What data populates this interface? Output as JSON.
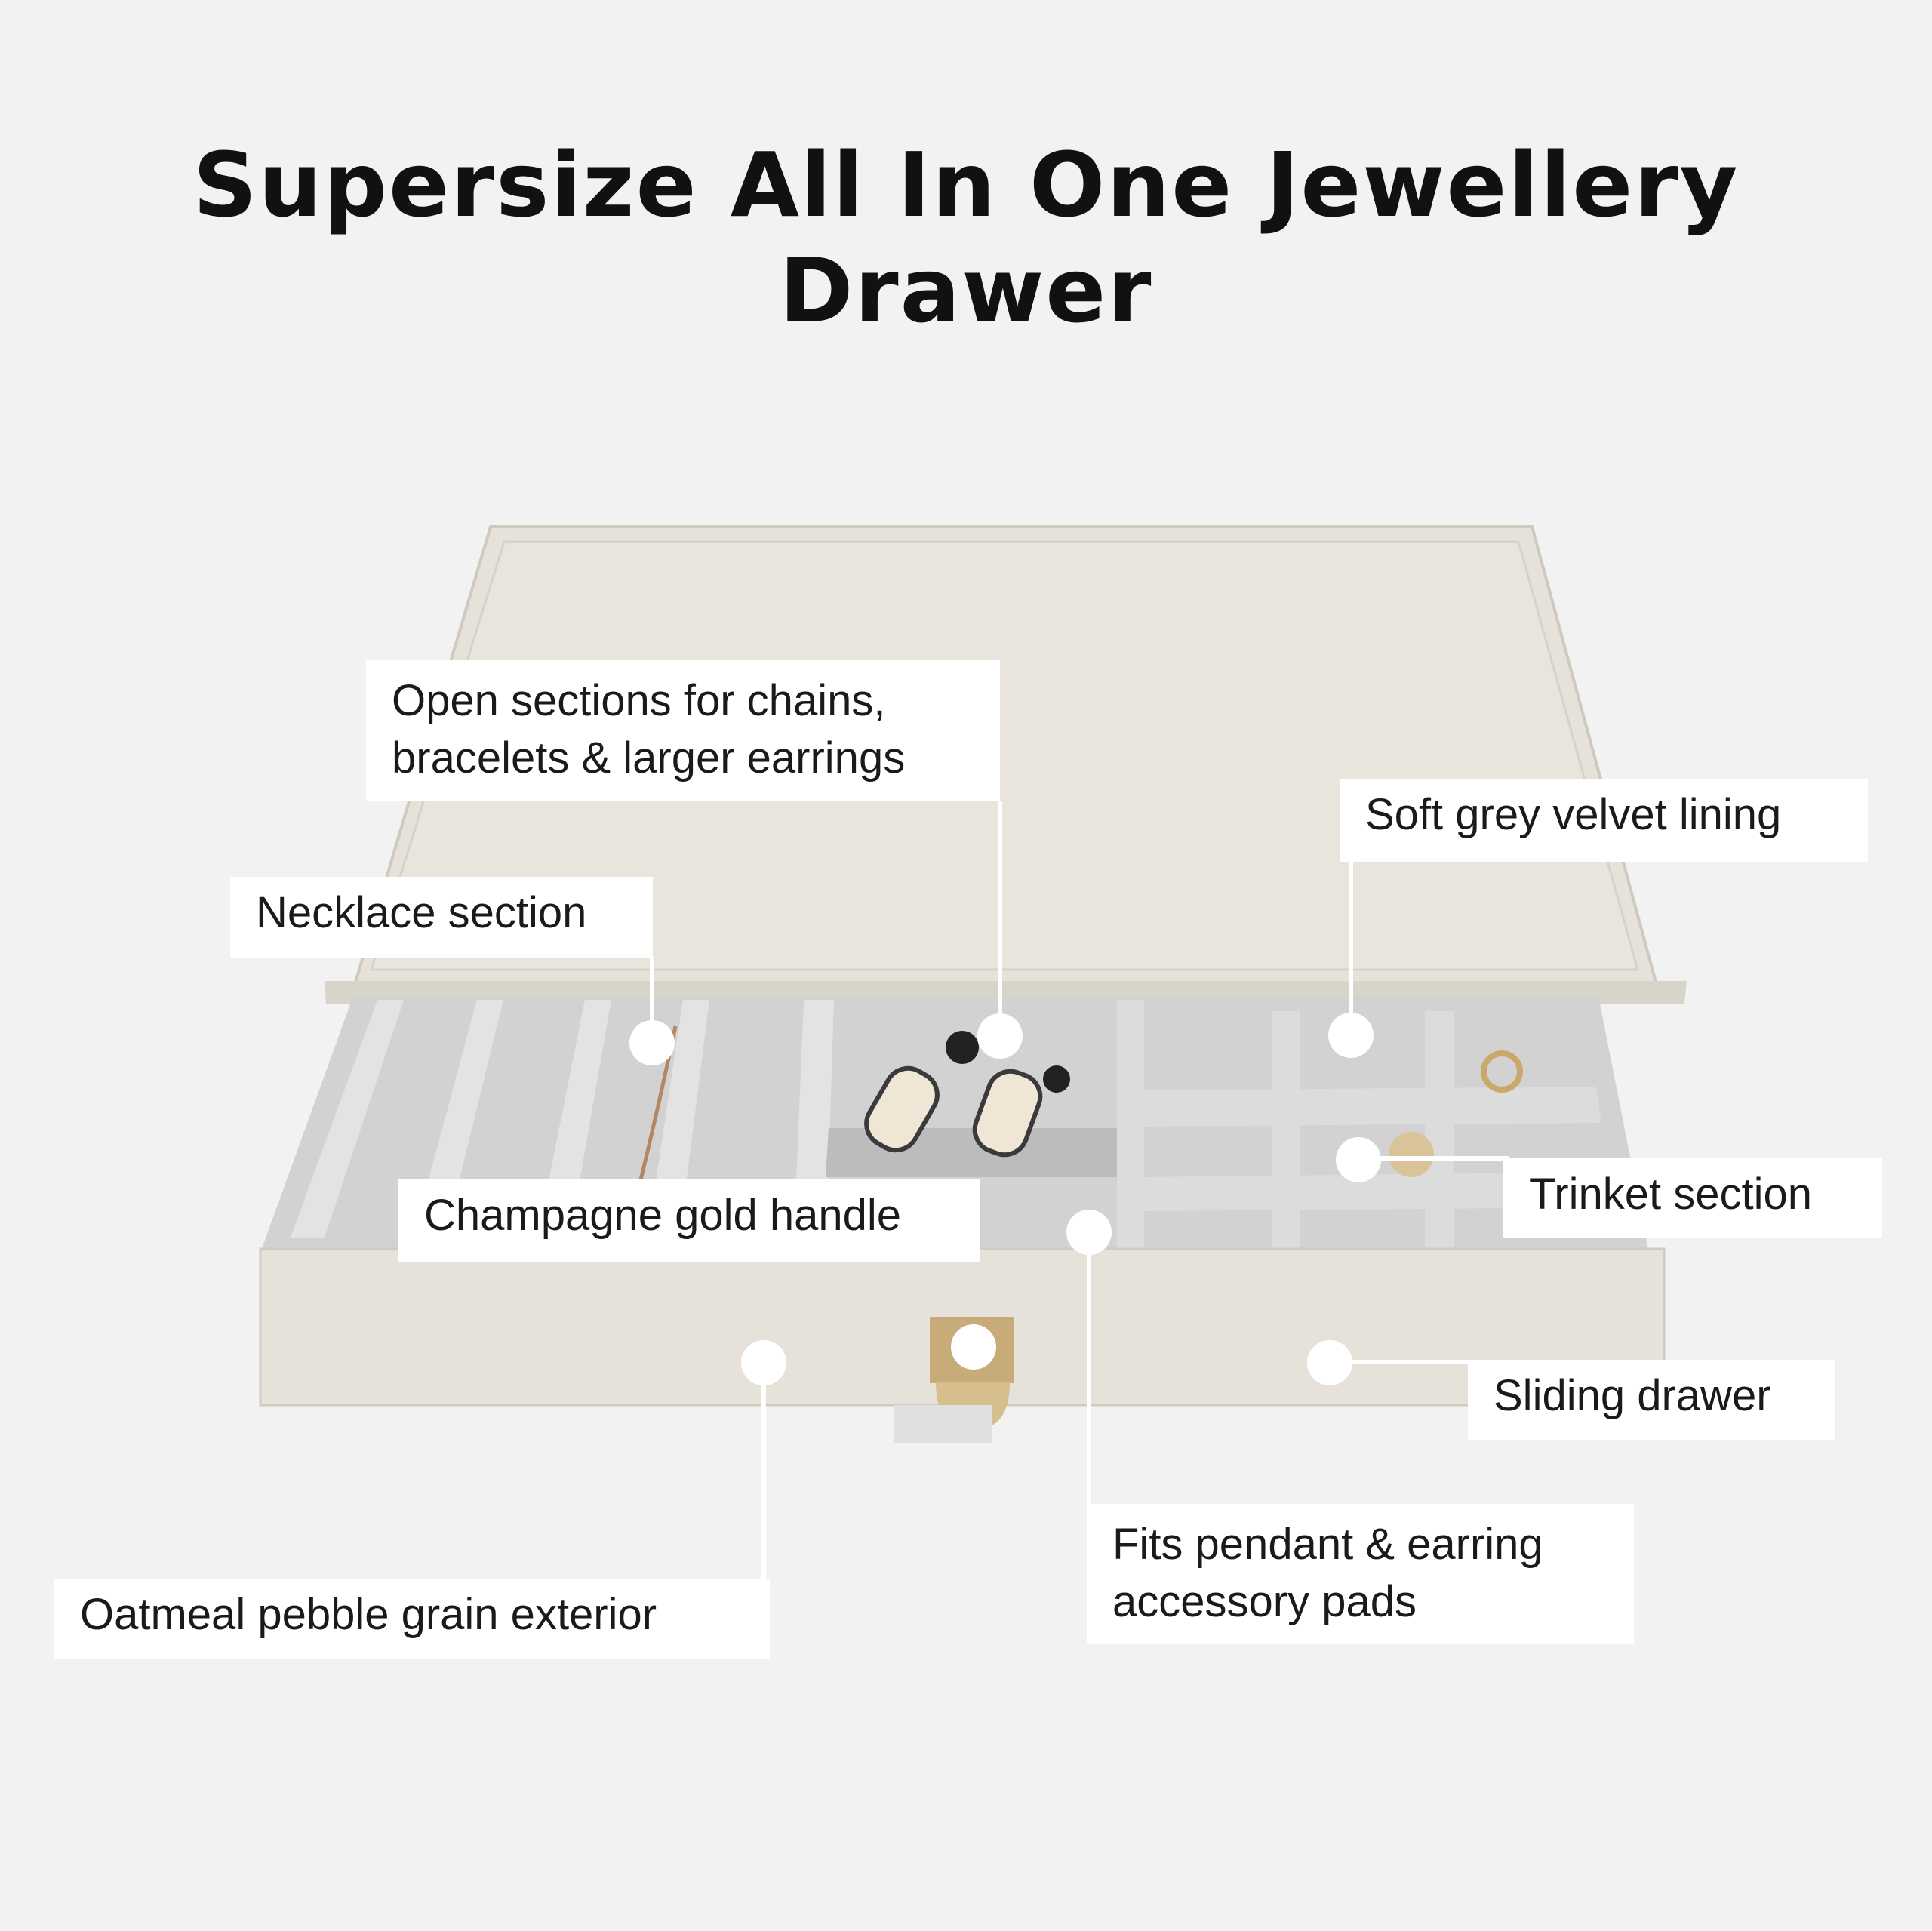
{
  "title": "Supersize All In One Jewellery Drawer",
  "colors": {
    "background": "#f2f2f2",
    "exterior": "#e6e2da",
    "velvet": "#c9c9c9",
    "handle": "#c7ab78",
    "marker": "#ffffff"
  },
  "callouts": {
    "open_sections": {
      "line1": "Open sections for chains,",
      "line2": "bracelets & larger earrings"
    },
    "soft_velvet": "Soft grey velvet lining",
    "necklace": "Necklace section",
    "trinket": "Trinket section",
    "handle": "Champagne gold handle",
    "sliding": "Sliding drawer",
    "pads": {
      "line1": "Fits pendant & earring",
      "line2": "accessory pads"
    },
    "exterior": "Oatmeal pebble grain exterior"
  }
}
